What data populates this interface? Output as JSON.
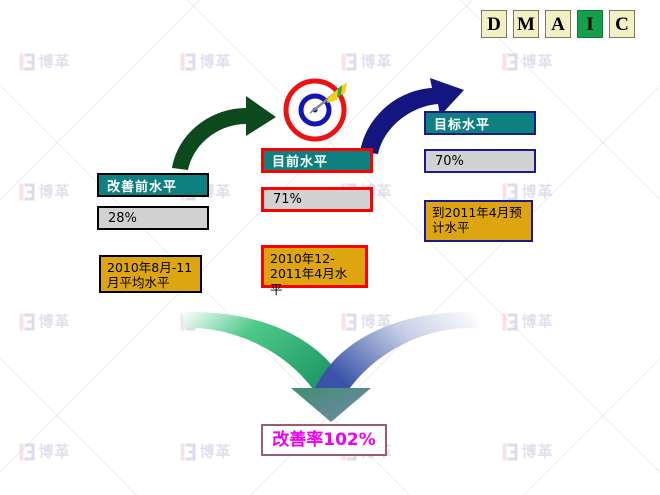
{
  "header": {
    "phases": [
      {
        "letter": "D",
        "active": false
      },
      {
        "letter": "M",
        "active": false
      },
      {
        "letter": "A",
        "active": false
      },
      {
        "letter": "I",
        "active": true
      },
      {
        "letter": "C",
        "active": false
      }
    ],
    "active_color": "#14a04a",
    "tile_color": "#f2f0c4"
  },
  "watermark": {
    "text": "博革"
  },
  "groups": {
    "before": {
      "title": "改善前水平",
      "value": "28%",
      "note": "2010年8月-11月平均水平",
      "accent": "#000000"
    },
    "current": {
      "title": "目前水平",
      "value": "71%",
      "note": "2010年12-2011年4月水平",
      "accent": "#ff0000"
    },
    "target": {
      "title": "目标水平",
      "value": "70%",
      "note": "到2011年4月预计水平",
      "accent": "#1a1a8c"
    }
  },
  "result": {
    "label": "改善率102%",
    "color": "#ee00ee"
  },
  "icons": {
    "target": "dartboard-icon",
    "arrow_left": "curved-arrow-green-icon",
    "arrow_right": "curved-arrow-navy-icon",
    "funnel": "converging-funnel-arrow-icon"
  }
}
